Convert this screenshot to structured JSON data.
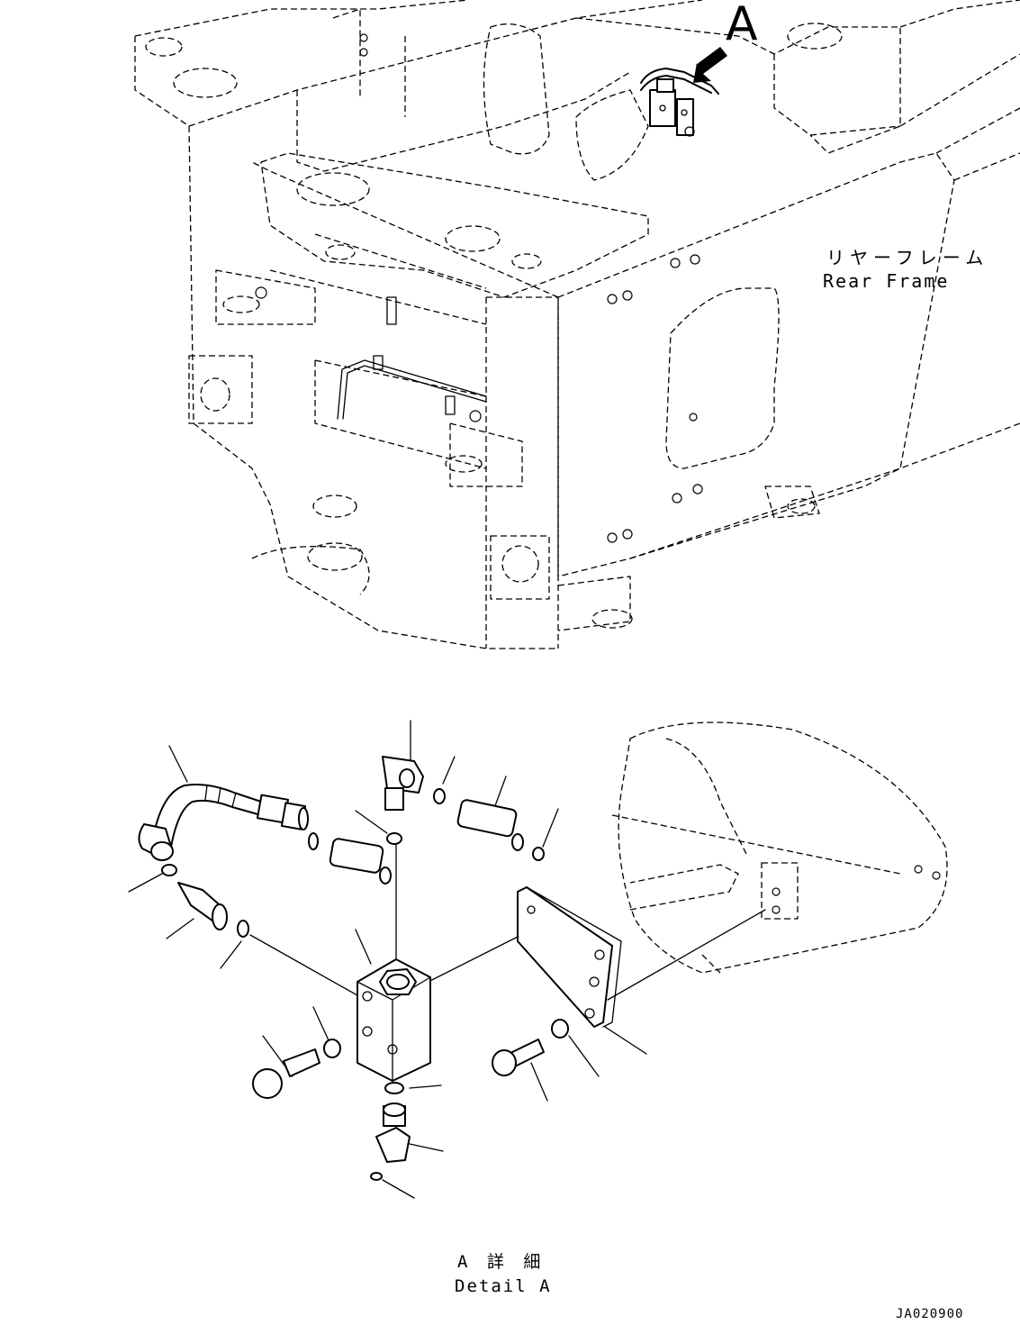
{
  "view_marker": {
    "letter": "A"
  },
  "rear_frame_label": {
    "jp": "リヤーフレーム",
    "en": "Rear Frame"
  },
  "detail_label": {
    "jp": "A 詳 細",
    "en": "Detail A"
  },
  "drawing_code": "JA020900"
}
